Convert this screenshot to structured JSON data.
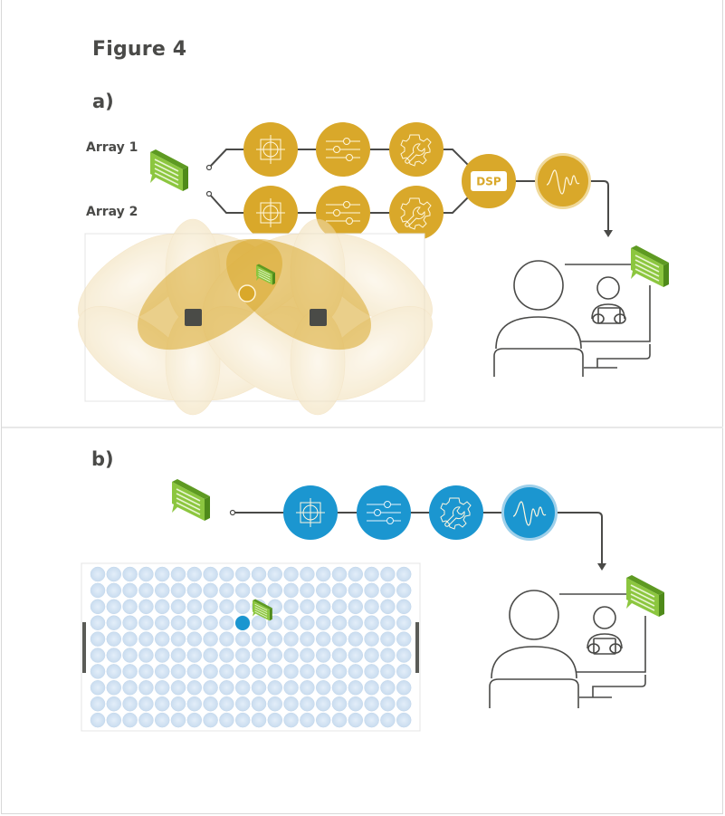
{
  "figure": {
    "title": "Figure 4",
    "panels": [
      {
        "label": "a)",
        "inputs": [
          "Array 1",
          "Array 2"
        ],
        "processing_chain": [
          "beamforming",
          "equalizer",
          "settings"
        ],
        "merge_block": "DSP",
        "output_block": "waveform",
        "microphones": 2,
        "theme_color": "#d9a82a"
      },
      {
        "label": "b)",
        "processing_chain": [
          "beamforming",
          "equalizer",
          "settings",
          "waveform"
        ],
        "grid": {
          "columns": 20,
          "rows": 10
        },
        "theme_color": "#1b96d0"
      }
    ]
  },
  "colors": {
    "gold": "#d9a82a",
    "gold_light": "#f3e3bd",
    "blue": "#1b96d0",
    "blue_light": "#d5e6f5",
    "speech_green": "#7fb83a",
    "line_gray": "#4a4a48",
    "mic_gray": "#4a4b47"
  }
}
